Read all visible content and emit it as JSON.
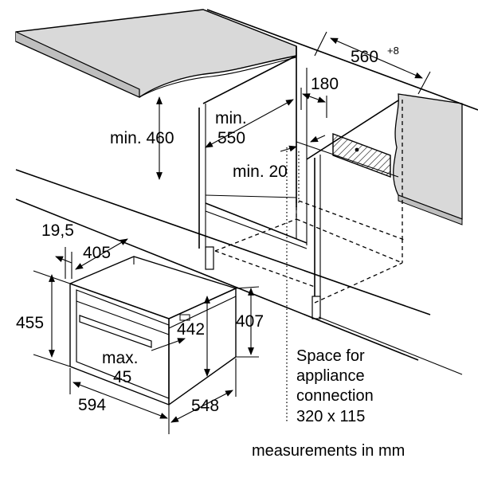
{
  "dimensions": {
    "d560": "560",
    "d560_sup": "+8",
    "d180": "180",
    "min460": "min. 460",
    "min550_line1": "min.",
    "min550_line2": "550",
    "min20": "min. 20",
    "d19_5": "19,5",
    "d405": "405",
    "d455": "455",
    "d442": "442",
    "d407": "407",
    "max45_line1": "max.",
    "max45_line2": "45",
    "d594": "594",
    "d548": "548"
  },
  "notes": {
    "space_line1": "Space for",
    "space_line2": "appliance",
    "space_line3": "connection",
    "space_line4": "320 x 115",
    "units": "measurements in mm"
  }
}
